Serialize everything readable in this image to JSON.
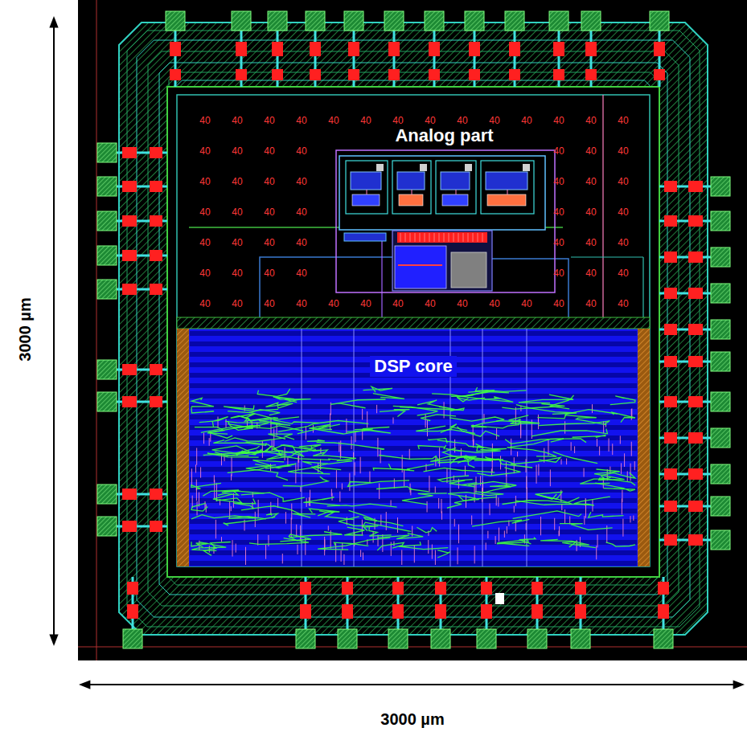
{
  "diagram": {
    "nodes": [
      {
        "text": [
          "Analog part"
        ]
      },
      {
        "text": [
          "DSP core"
        ]
      }
    ],
    "labels": [
      "3000 µm",
      "3000 µm",
      "40",
      "40",
      "40",
      "40",
      "40",
      "40",
      "40",
      "40",
      "40",
      "40",
      "40",
      "40",
      "40",
      "40",
      "40",
      "40",
      "40",
      "40",
      "40",
      "40",
      "40",
      "40",
      "40",
      "40",
      "40",
      "40",
      "40",
      "40",
      "40",
      "40",
      "40",
      "40",
      "40",
      "40",
      "40",
      "40",
      "40",
      "40",
      "40",
      "40",
      "40",
      "40",
      "40",
      "40",
      "40",
      "40",
      "40",
      "40",
      "40",
      "40",
      "40",
      "40",
      "40",
      "40",
      "40",
      "40",
      "40",
      "40",
      "40",
      "40",
      "40",
      "40",
      "40"
    ]
  }
}
